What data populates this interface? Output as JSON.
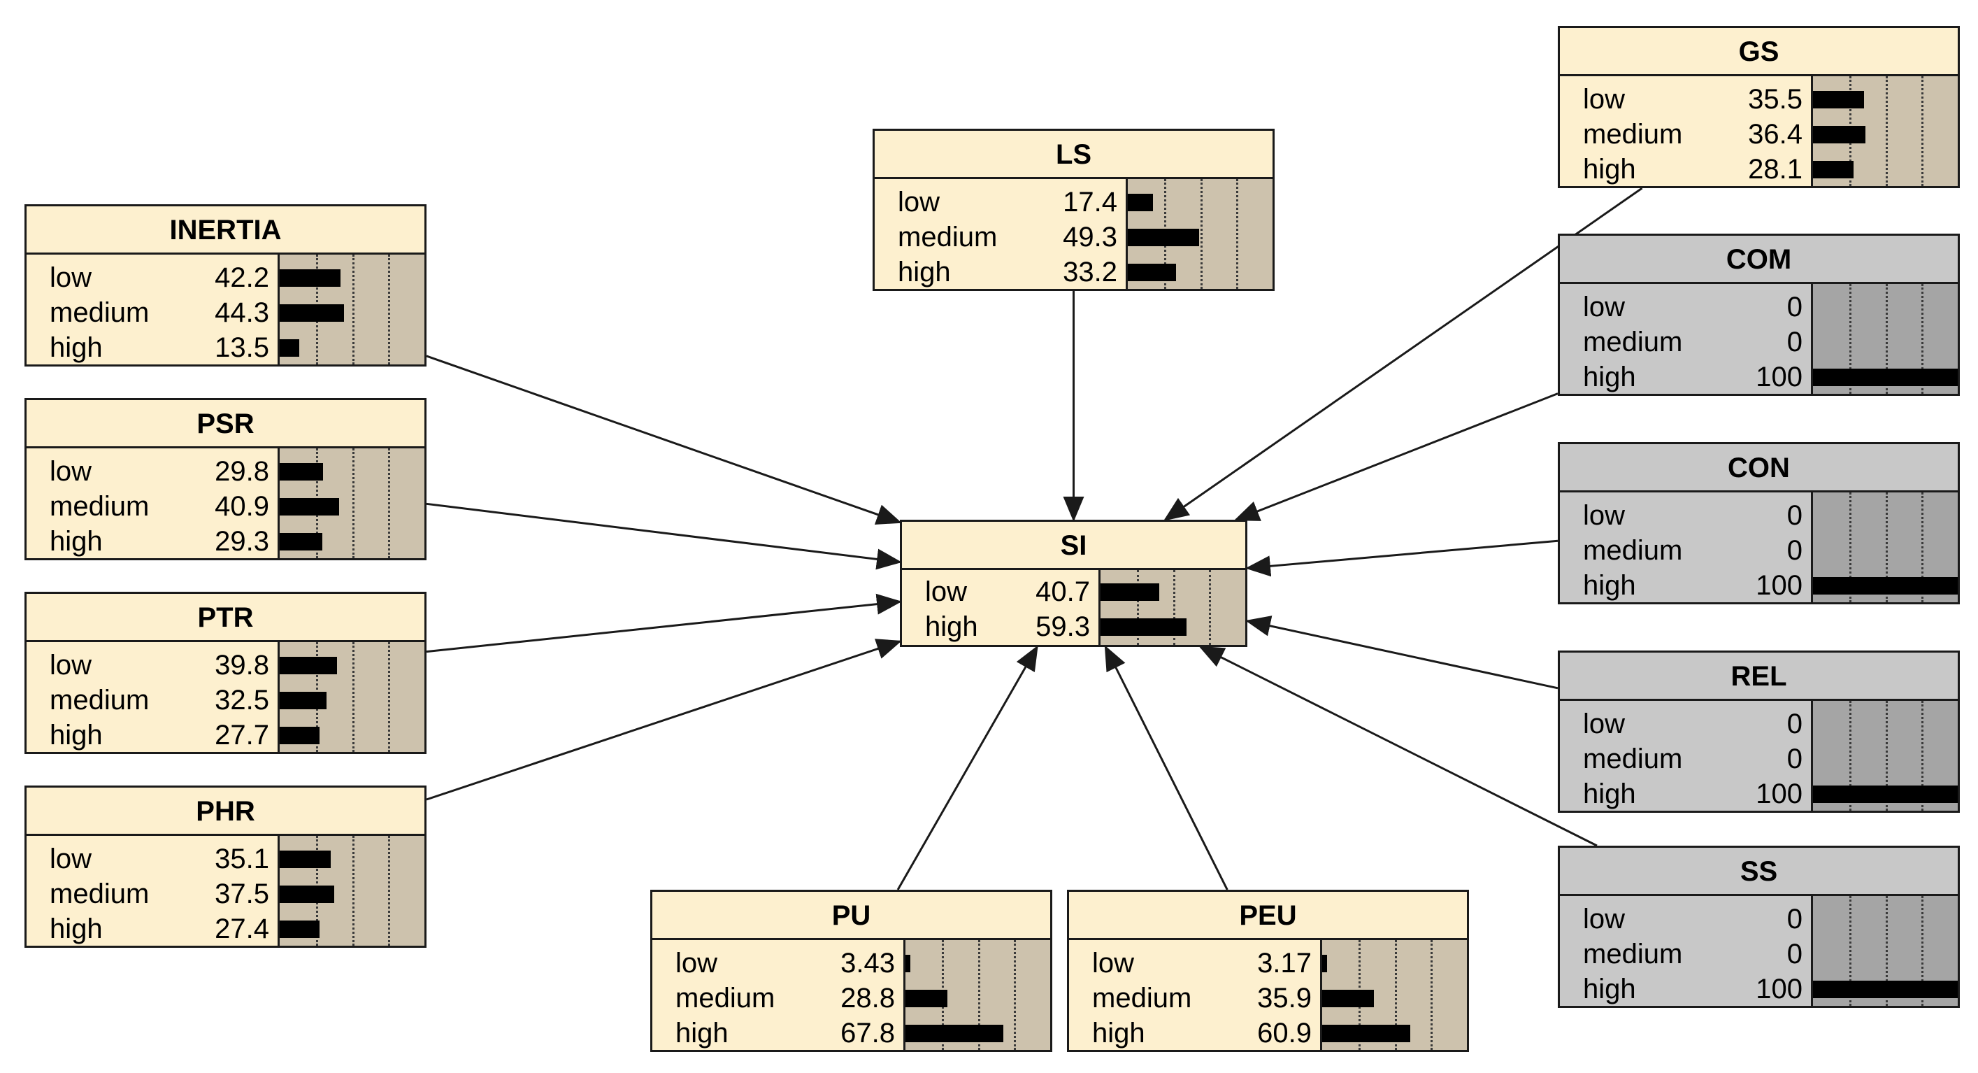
{
  "colors": {
    "node_fill": "#fdf0cf",
    "node_bar_area": "#cdc2ad",
    "evidence_fill": "#c8c8c8",
    "evidence_bar_area": "#a5a5a5",
    "bar": "#000000",
    "edge": "#1a1a1a"
  },
  "nodes": {
    "inertia": {
      "title": "INERTIA",
      "evidence": false,
      "states": [
        {
          "label": "low",
          "value": "42.2",
          "pct": 42.2
        },
        {
          "label": "medium",
          "value": "44.3",
          "pct": 44.3
        },
        {
          "label": "high",
          "value": "13.5",
          "pct": 13.5
        }
      ]
    },
    "psr": {
      "title": "PSR",
      "evidence": false,
      "states": [
        {
          "label": "low",
          "value": "29.8",
          "pct": 29.8
        },
        {
          "label": "medium",
          "value": "40.9",
          "pct": 40.9
        },
        {
          "label": "high",
          "value": "29.3",
          "pct": 29.3
        }
      ]
    },
    "ptr": {
      "title": "PTR",
      "evidence": false,
      "states": [
        {
          "label": "low",
          "value": "39.8",
          "pct": 39.8
        },
        {
          "label": "medium",
          "value": "32.5",
          "pct": 32.5
        },
        {
          "label": "high",
          "value": "27.7",
          "pct": 27.7
        }
      ]
    },
    "phr": {
      "title": "PHR",
      "evidence": false,
      "states": [
        {
          "label": "low",
          "value": "35.1",
          "pct": 35.1
        },
        {
          "label": "medium",
          "value": "37.5",
          "pct": 37.5
        },
        {
          "label": "high",
          "value": "27.4",
          "pct": 27.4
        }
      ]
    },
    "ls": {
      "title": "LS",
      "evidence": false,
      "states": [
        {
          "label": "low",
          "value": "17.4",
          "pct": 17.4
        },
        {
          "label": "medium",
          "value": "49.3",
          "pct": 49.3
        },
        {
          "label": "high",
          "value": "33.2",
          "pct": 33.2
        }
      ]
    },
    "si": {
      "title": "SI",
      "evidence": false,
      "states": [
        {
          "label": "low",
          "value": "40.7",
          "pct": 40.7
        },
        {
          "label": "high",
          "value": "59.3",
          "pct": 59.3
        }
      ]
    },
    "pu": {
      "title": "PU",
      "evidence": false,
      "states": [
        {
          "label": "low",
          "value": "3.43",
          "pct": 3.43
        },
        {
          "label": "medium",
          "value": "28.8",
          "pct": 28.8
        },
        {
          "label": "high",
          "value": "67.8",
          "pct": 67.8
        }
      ]
    },
    "peu": {
      "title": "PEU",
      "evidence": false,
      "states": [
        {
          "label": "low",
          "value": "3.17",
          "pct": 3.17
        },
        {
          "label": "medium",
          "value": "35.9",
          "pct": 35.9
        },
        {
          "label": "high",
          "value": "60.9",
          "pct": 60.9
        }
      ]
    },
    "gs": {
      "title": "GS",
      "evidence": false,
      "states": [
        {
          "label": "low",
          "value": "35.5",
          "pct": 35.5
        },
        {
          "label": "medium",
          "value": "36.4",
          "pct": 36.4
        },
        {
          "label": "high",
          "value": "28.1",
          "pct": 28.1
        }
      ]
    },
    "com": {
      "title": "COM",
      "evidence": true,
      "states": [
        {
          "label": "low",
          "value": "0",
          "pct": 0
        },
        {
          "label": "medium",
          "value": "0",
          "pct": 0
        },
        {
          "label": "high",
          "value": "100",
          "pct": 100
        }
      ]
    },
    "con": {
      "title": "CON",
      "evidence": true,
      "states": [
        {
          "label": "low",
          "value": "0",
          "pct": 0
        },
        {
          "label": "medium",
          "value": "0",
          "pct": 0
        },
        {
          "label": "high",
          "value": "100",
          "pct": 100
        }
      ]
    },
    "rel": {
      "title": "REL",
      "evidence": true,
      "states": [
        {
          "label": "low",
          "value": "0",
          "pct": 0
        },
        {
          "label": "medium",
          "value": "0",
          "pct": 0
        },
        {
          "label": "high",
          "value": "100",
          "pct": 100
        }
      ]
    },
    "ss": {
      "title": "SS",
      "evidence": true,
      "states": [
        {
          "label": "low",
          "value": "0",
          "pct": 0
        },
        {
          "label": "medium",
          "value": "0",
          "pct": 0
        },
        {
          "label": "high",
          "value": "100",
          "pct": 100
        }
      ]
    }
  },
  "edges": [
    {
      "from": "inertia",
      "to": "si"
    },
    {
      "from": "psr",
      "to": "si"
    },
    {
      "from": "ptr",
      "to": "si"
    },
    {
      "from": "phr",
      "to": "si"
    },
    {
      "from": "ls",
      "to": "si"
    },
    {
      "from": "gs",
      "to": "si"
    },
    {
      "from": "com",
      "to": "si"
    },
    {
      "from": "con",
      "to": "si"
    },
    {
      "from": "rel",
      "to": "si"
    },
    {
      "from": "ss",
      "to": "si"
    },
    {
      "from": "pu",
      "to": "si"
    },
    {
      "from": "peu",
      "to": "si"
    }
  ]
}
